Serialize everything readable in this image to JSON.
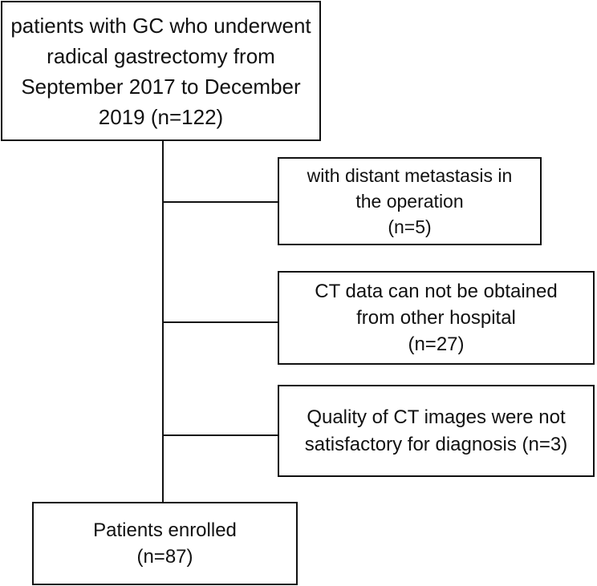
{
  "flowchart": {
    "start": {
      "lines": [
        "patients with GC who underwent",
        "radical gastrectomy from",
        "September 2017 to December",
        "2019 (n=122)"
      ]
    },
    "exclusions": [
      {
        "lines": [
          "with distant metastasis in",
          "the operation",
          "(n=5)"
        ]
      },
      {
        "lines": [
          "CT data can not be obtained",
          "from other hospital",
          "(n=27)"
        ]
      },
      {
        "lines": [
          "Quality of CT images were not",
          "satisfactory for diagnosis (n=3)"
        ]
      }
    ],
    "end": {
      "lines": [
        "Patients enrolled",
        "(n=87)"
      ]
    }
  }
}
